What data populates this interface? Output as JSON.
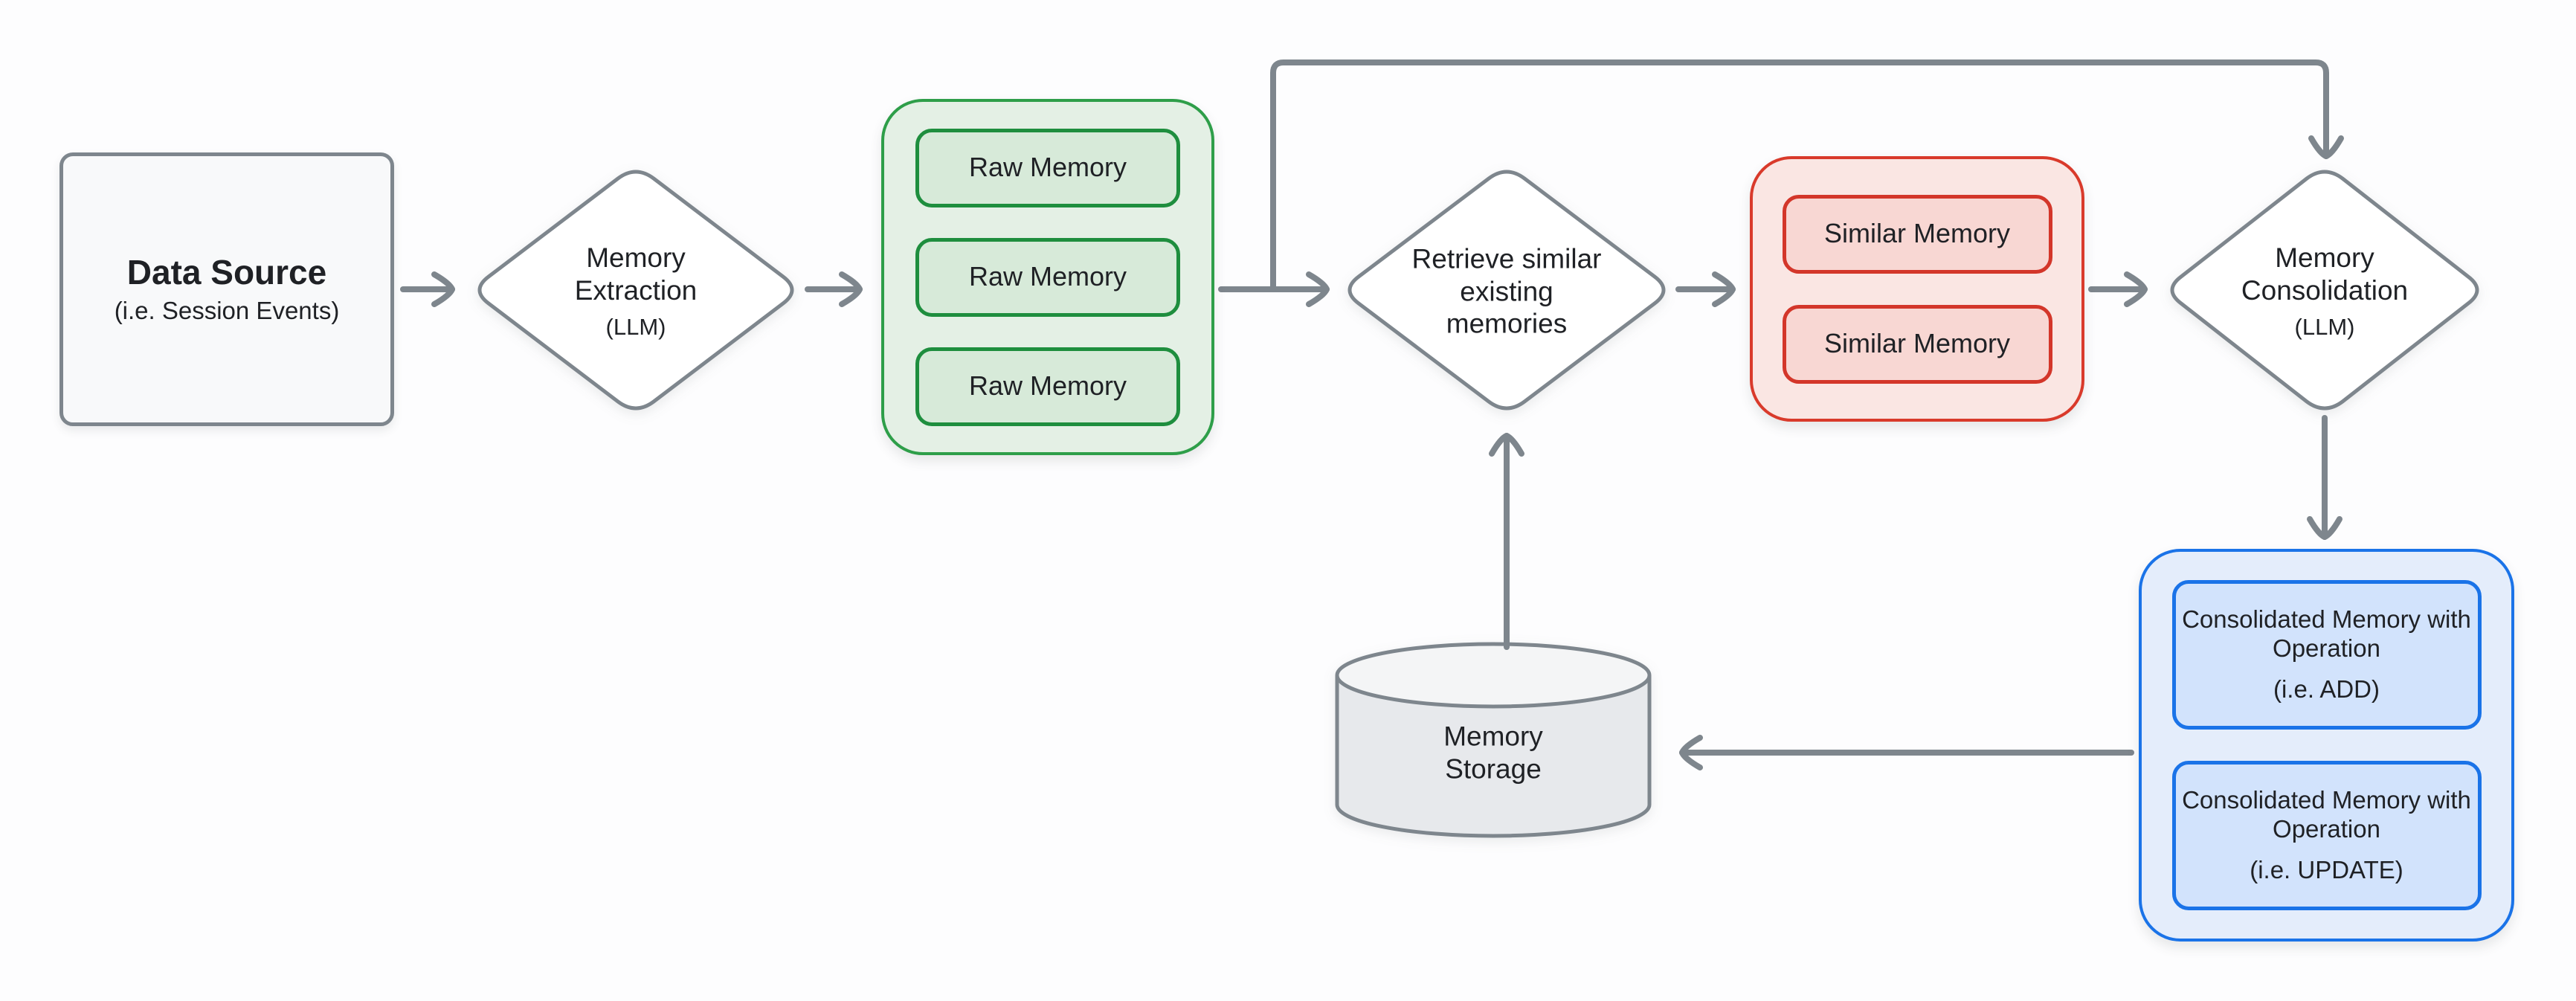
{
  "diagram": {
    "nodes": {
      "data_source": {
        "title": "Data Source",
        "subtitle": "(i.e. Session Events)"
      },
      "memory_extraction": {
        "title": "Memory Extraction",
        "subtitle": "(LLM)"
      },
      "raw_memory_group": {
        "items": [
          "Raw Memory",
          "Raw Memory",
          "Raw Memory"
        ]
      },
      "retrieve_memories": {
        "title": "Retrieve similar existing memories"
      },
      "similar_memory_group": {
        "items": [
          "Similar Memory",
          "Similar Memory"
        ]
      },
      "memory_consolidation": {
        "title": "Memory Consolidation",
        "subtitle": "(LLM)"
      },
      "consolidated_memory_group": {
        "items": [
          {
            "title": "Consolidated Memory with Operation",
            "subtitle": "(i.e. ADD)"
          },
          {
            "title": "Consolidated Memory with Operation",
            "subtitle": "(i.e. UPDATE)"
          }
        ]
      },
      "memory_storage": {
        "title": "Memory Storage"
      }
    },
    "colors": {
      "arrow": "#7E868D",
      "node_border": "#7E868D",
      "node_fill": "#F8F9FA",
      "text": "#1F2125",
      "green_border": "#2E9E49",
      "green_fill": "#E4F0E5",
      "green_item_border": "#1E8E3E",
      "green_item_fill": "#D7EAD9",
      "red_border": "#D93A2B",
      "red_fill": "#FAE6E3",
      "red_item_border": "#D3362A",
      "red_item_fill": "#F8D7D3",
      "blue_border": "#1A73E8",
      "blue_fill": "#E4EDFB",
      "blue_item_border": "#1A73E8",
      "blue_item_fill": "#D2E3FC",
      "storage_fill": "#E7E9EC",
      "storage_top_fill": "#F4F5F6"
    }
  }
}
